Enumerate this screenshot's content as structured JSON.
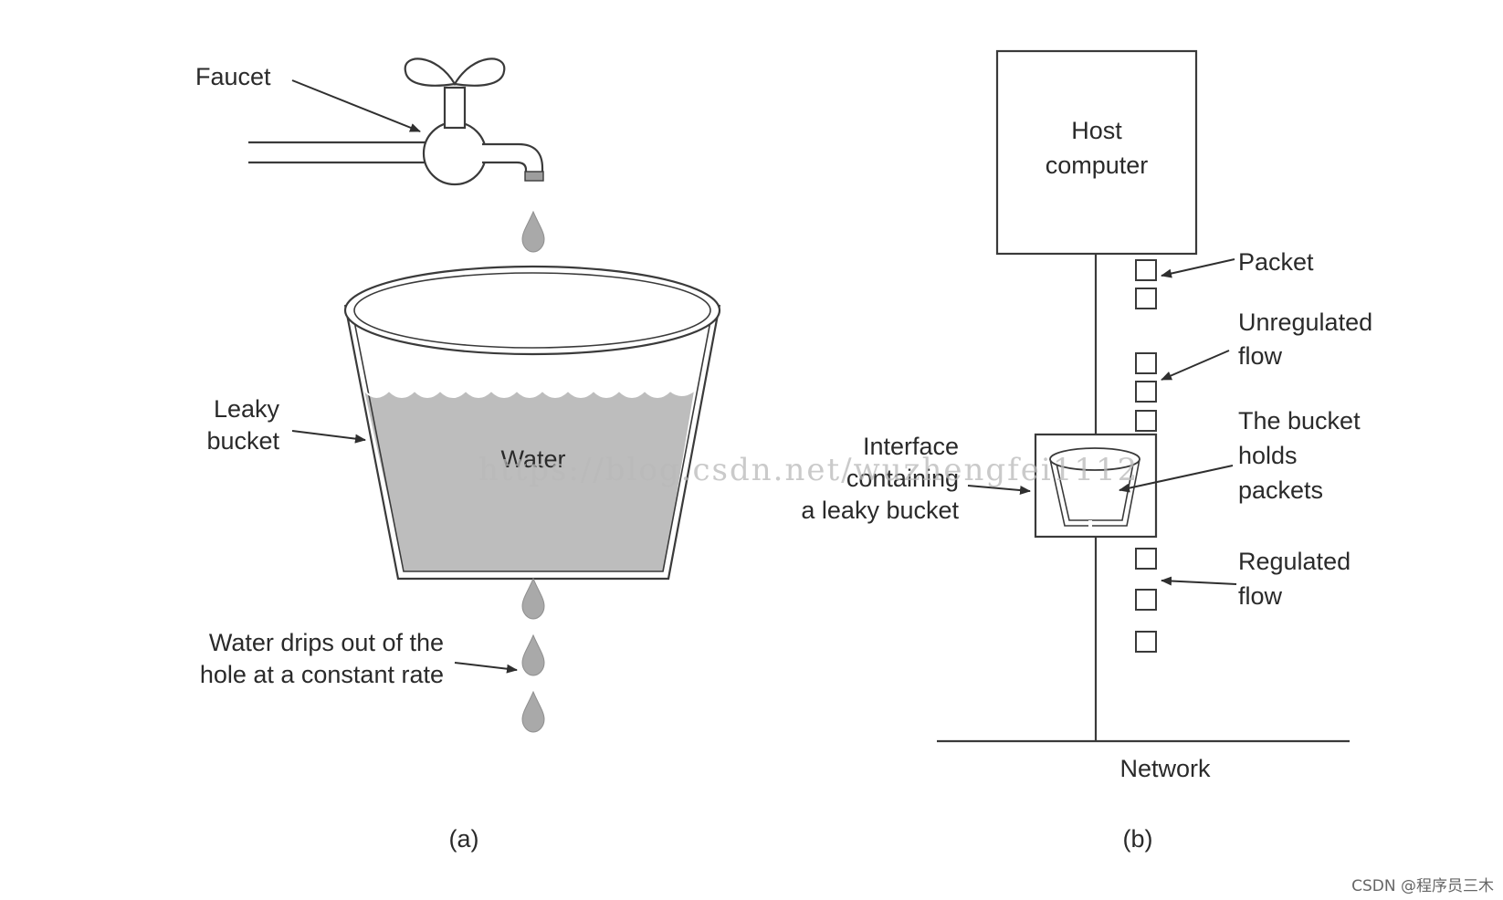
{
  "panel_a": {
    "faucet_label": "Faucet",
    "bucket_label_line1": "Leaky",
    "bucket_label_line2": "bucket",
    "water_label": "Water",
    "drip_label_line1": "Water drips out of the",
    "drip_label_line2": "hole at a constant rate",
    "caption": "(a)",
    "colors": {
      "water": "#bdbdbd",
      "drop": "#a9a9a9"
    }
  },
  "panel_b": {
    "host_line1": "Host",
    "host_line2": "computer",
    "packet_label": "Packet",
    "unregulated_line1": "Unregulated",
    "unregulated_line2": "flow",
    "holds_line1": "The bucket",
    "holds_line2": "holds",
    "holds_line3": "packets",
    "interface_line1": "Interface",
    "interface_line2": "containing",
    "interface_line3": "a leaky bucket",
    "regulated_line1": "Regulated",
    "regulated_line2": "flow",
    "network_label": "Network",
    "caption": "(b)"
  },
  "watermark": "https://blog.csdn.net/wuzhengfei1112",
  "credit": "CSDN @程序员三木"
}
